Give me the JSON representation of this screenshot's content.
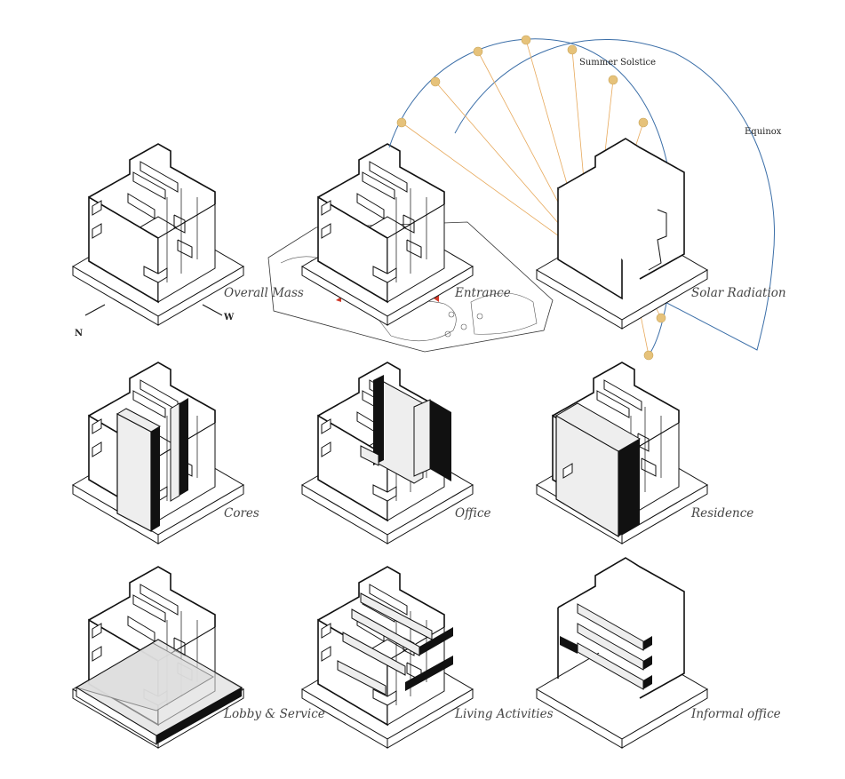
{
  "panels": [
    {
      "id": "overall-mass",
      "caption": "Overall Mass"
    },
    {
      "id": "entrance",
      "caption": "Entrance"
    },
    {
      "id": "solar-radiation",
      "caption": "Solar Radiation"
    },
    {
      "id": "cores",
      "caption": "Cores"
    },
    {
      "id": "office",
      "caption": "Office"
    },
    {
      "id": "residence",
      "caption": "Residence"
    },
    {
      "id": "lobby-service",
      "caption": "Lobby & Service"
    },
    {
      "id": "living-activities",
      "caption": "Living Activities"
    },
    {
      "id": "informal-office",
      "caption": "Informal office"
    }
  ],
  "compass": {
    "north": "N",
    "west": "W"
  },
  "sun_paths": {
    "summer": "Summer Solstice",
    "equinox": "Equinox"
  },
  "colors": {
    "line": "#111111",
    "sun_path": "#3c6fa8",
    "sun_dot": "#e6c27a",
    "sun_ray": "#e7a95c",
    "highlight_fill": "#eeeeee",
    "dark_fill": "#111111",
    "entrance_marker": "#d23a2a"
  }
}
